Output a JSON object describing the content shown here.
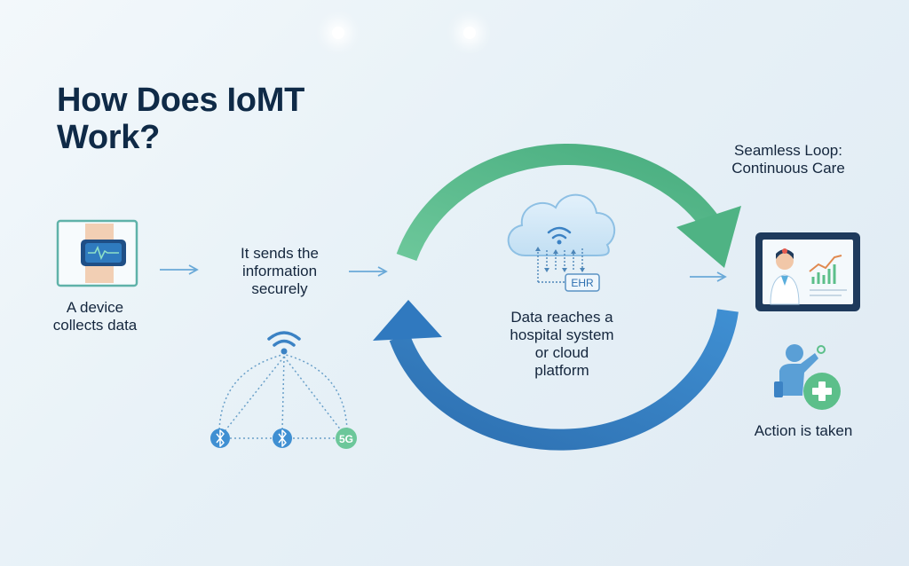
{
  "title": [
    "How Does IoMT",
    "Work?"
  ],
  "steps": {
    "device": [
      "A device",
      "collects data"
    ],
    "send": [
      "It sends the",
      "information",
      "securely"
    ],
    "platform": [
      "Data reaches a",
      "hospital system",
      "or cloud",
      "platform"
    ],
    "loop": [
      "Seamless Loop:",
      "Continuous Care"
    ],
    "action": [
      "Action is taken"
    ]
  },
  "badges": {
    "ehr": "EHR",
    "network_5g": "5G"
  },
  "icons": {
    "device": "wearable-band-icon",
    "network": "wireless-network-icon",
    "cloud": "cloud-icon",
    "monitor": "doctor-dashboard-tablet-icon",
    "action": "patient-care-plus-icon"
  },
  "colors": {
    "title": "#0f2a47",
    "green": "#5cbf8a",
    "blue": "#3b82c4",
    "arrow_line": "#6aa9d8"
  }
}
